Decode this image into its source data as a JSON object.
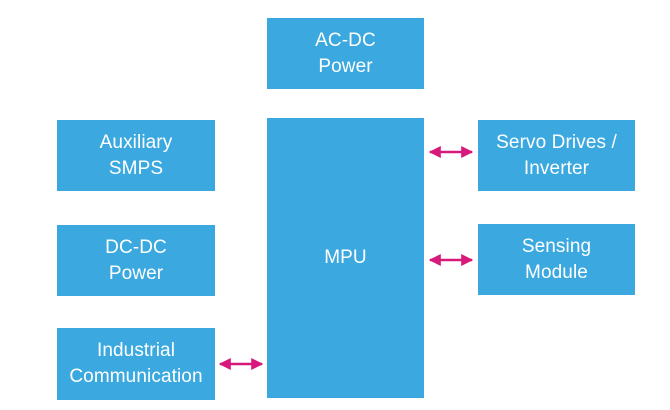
{
  "colors": {
    "block_fill": "#3ba9e0",
    "block_text": "#ffffff",
    "arrow": "#d6197a",
    "background": "#ffffff"
  },
  "blocks": {
    "ac_dc": {
      "line1": "AC-DC",
      "line2": "Power"
    },
    "auxiliary": {
      "line1": "Auxiliary",
      "line2": "SMPS"
    },
    "dc_dc": {
      "line1": "DC-DC",
      "line2": "Power"
    },
    "industrial": {
      "line1": "Industrial",
      "line2": "Communication"
    },
    "mpu": {
      "line1": "MPU"
    },
    "servo": {
      "line1": "Servo Drives /",
      "line2": "Inverter"
    },
    "sensing": {
      "line1": "Sensing",
      "line2": "Module"
    }
  },
  "connections": [
    {
      "from": "mpu",
      "to": "servo",
      "direction": "bidirectional"
    },
    {
      "from": "mpu",
      "to": "sensing",
      "direction": "bidirectional"
    },
    {
      "from": "industrial",
      "to": "mpu",
      "direction": "bidirectional"
    }
  ]
}
